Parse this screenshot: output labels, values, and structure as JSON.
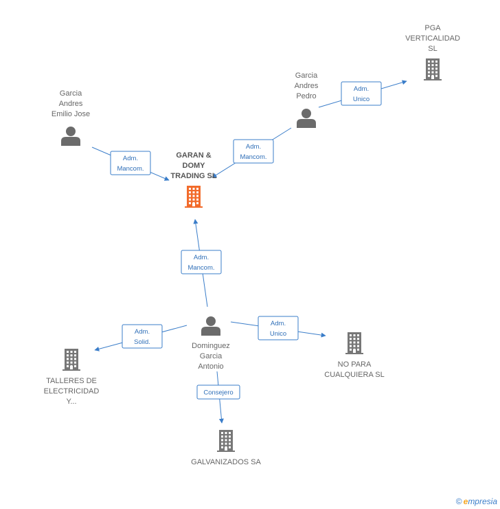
{
  "colors": {
    "edge": "#3a7dc9",
    "company": "#777777",
    "company_center": "#f26b2b",
    "person": "#6b6b6b"
  },
  "nodes": [
    {
      "id": "garan",
      "type": "company",
      "center": true,
      "label": [
        "GARAN &",
        "DOMY",
        "TRADING SL"
      ]
    },
    {
      "id": "pga",
      "type": "company",
      "label": [
        "PGA",
        "VERTICALIDAD",
        "SL"
      ]
    },
    {
      "id": "pedro",
      "type": "person",
      "label": [
        "Garcia",
        "Andres",
        "Pedro"
      ]
    },
    {
      "id": "emilio",
      "type": "person",
      "label": [
        "Garcia",
        "Andres",
        "Emilio Jose"
      ]
    },
    {
      "id": "antonio",
      "type": "person",
      "label": [
        "Dominguez",
        "Garcia",
        "Antonio"
      ]
    },
    {
      "id": "talleres",
      "type": "company",
      "label": [
        "TALLERES DE",
        "ELECTRICIDAD",
        "Y..."
      ]
    },
    {
      "id": "nopara",
      "type": "company",
      "label": [
        "NO PARA",
        "CUALQUIERA SL"
      ]
    },
    {
      "id": "galvanizados",
      "type": "company",
      "label": [
        "GALVANIZADOS SA"
      ]
    }
  ],
  "edges": [
    {
      "from": "emilio",
      "to": "garan",
      "label": [
        "Adm.",
        "Mancom."
      ]
    },
    {
      "from": "pedro",
      "to": "garan",
      "label": [
        "Adm.",
        "Mancom."
      ]
    },
    {
      "from": "pedro",
      "to": "pga",
      "label": [
        "Adm.",
        "Unico"
      ]
    },
    {
      "from": "antonio",
      "to": "garan",
      "label": [
        "Adm.",
        "Mancom."
      ]
    },
    {
      "from": "antonio",
      "to": "talleres",
      "label": [
        "Adm.",
        "Solid."
      ]
    },
    {
      "from": "antonio",
      "to": "nopara",
      "label": [
        "Adm.",
        "Unico"
      ]
    },
    {
      "from": "antonio",
      "to": "galvanizados",
      "label": [
        "Consejero"
      ]
    }
  ],
  "watermark": {
    "copyright": "©",
    "brand_initial": "e",
    "brand_rest": "mpresia"
  }
}
